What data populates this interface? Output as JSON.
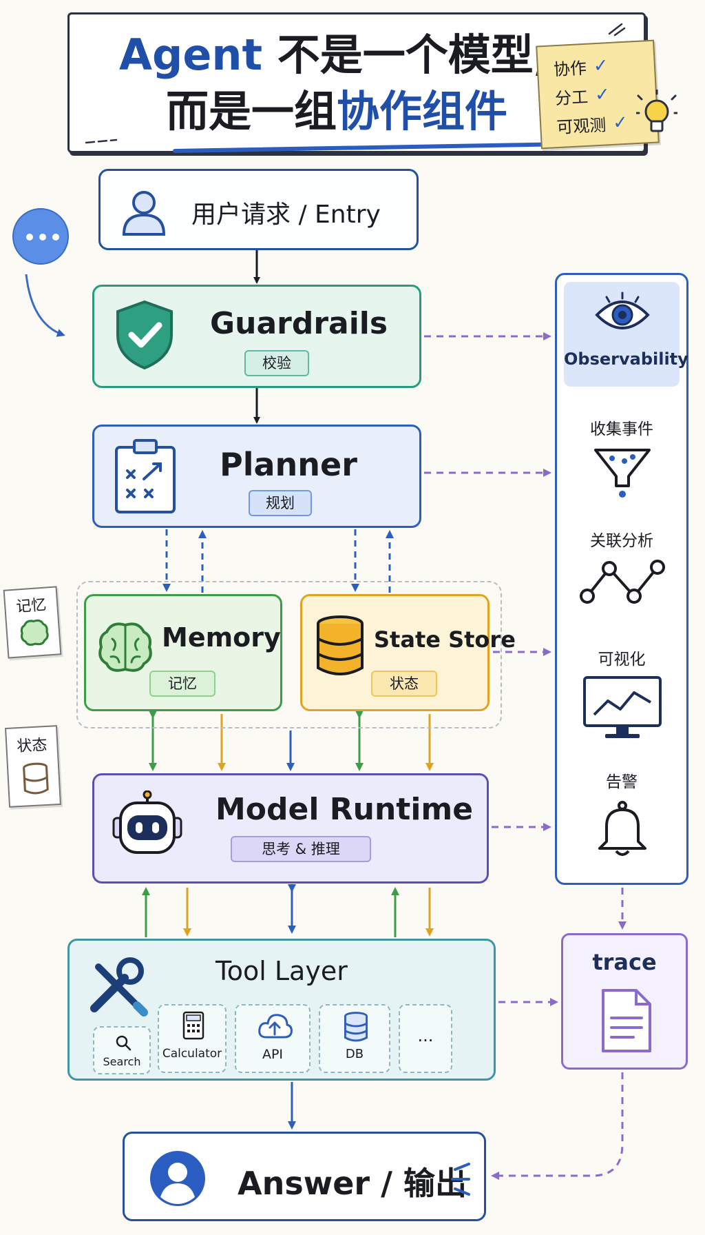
{
  "title": {
    "line1_a": "Agent",
    "line1_b": " 不是一个模型,",
    "line2_a": "而是一组",
    "line2_b": "协作组件"
  },
  "sticky": [
    "协作",
    "分工",
    "可观测"
  ],
  "entry": {
    "label": "用户请求 / Entry"
  },
  "guardrails": {
    "label": "Guardrails",
    "tag": "校验"
  },
  "planner": {
    "label": "Planner",
    "tag": "规划"
  },
  "memory": {
    "label": "Memory",
    "tag": "记忆"
  },
  "state": {
    "label": "State Store",
    "tag": "状态"
  },
  "runtime": {
    "label": "Model Runtime",
    "tag": "思考 & 推理"
  },
  "tools": {
    "label": "Tool Layer",
    "items": [
      "Search",
      "Calculator",
      "API",
      "DB",
      "..."
    ]
  },
  "answer": {
    "label": "Answer / 输出"
  },
  "observability": {
    "label": "Observability",
    "steps": [
      "收集事件",
      "关联分析",
      "可视化",
      "告警"
    ]
  },
  "trace": {
    "label": "trace"
  },
  "side_notes": [
    "记忆",
    "状态"
  ],
  "colors": {
    "blue": "#2d5fb8",
    "green": "#3c9d48",
    "amber": "#e0a321",
    "purple": "#8a6acb",
    "teal": "#2a9a7c"
  }
}
